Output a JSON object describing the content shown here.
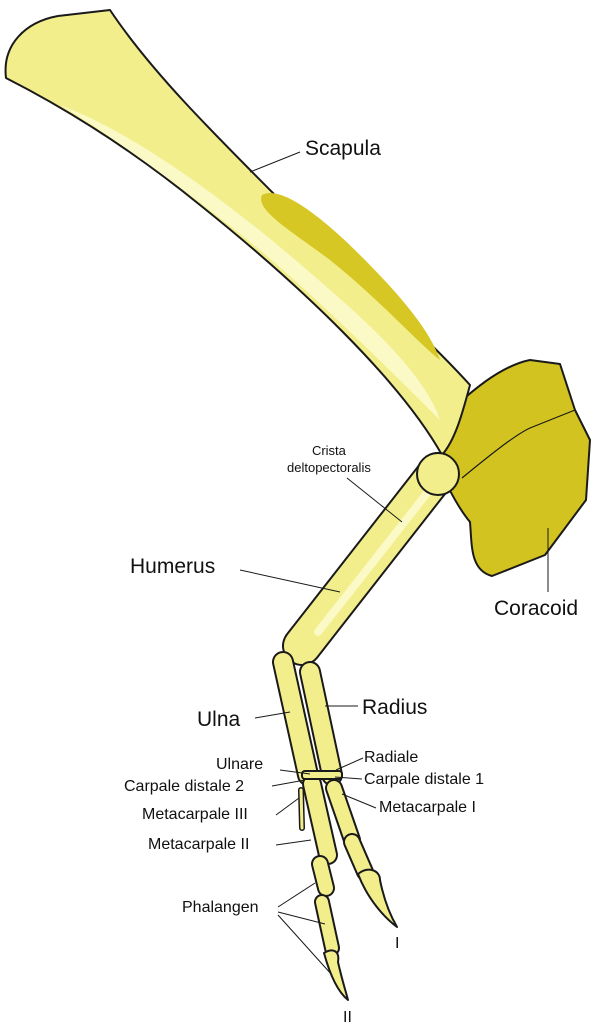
{
  "colors": {
    "bone": "#f2ee8c",
    "bone_light": "#fbf9c6",
    "bone_dark": "#d6c724",
    "outline": "#1a1a1a"
  },
  "labels": {
    "scapula": "Scapula",
    "crista_line1": "Crista",
    "crista_line2": "deltopectoralis",
    "humerus": "Humerus",
    "coracoid": "Coracoid",
    "ulna": "Ulna",
    "radius": "Radius",
    "ulnare": "Ulnare",
    "radiale": "Radiale",
    "carpale_distale_2": "Carpale distale 2",
    "carpale_distale_1": "Carpale distale 1",
    "metacarpale_3": "Metacarpale III",
    "metacarpale_1": "Metacarpale I",
    "metacarpale_2": "Metacarpale II",
    "phalangen": "Phalangen",
    "digit_1": "I",
    "digit_2": "II"
  }
}
